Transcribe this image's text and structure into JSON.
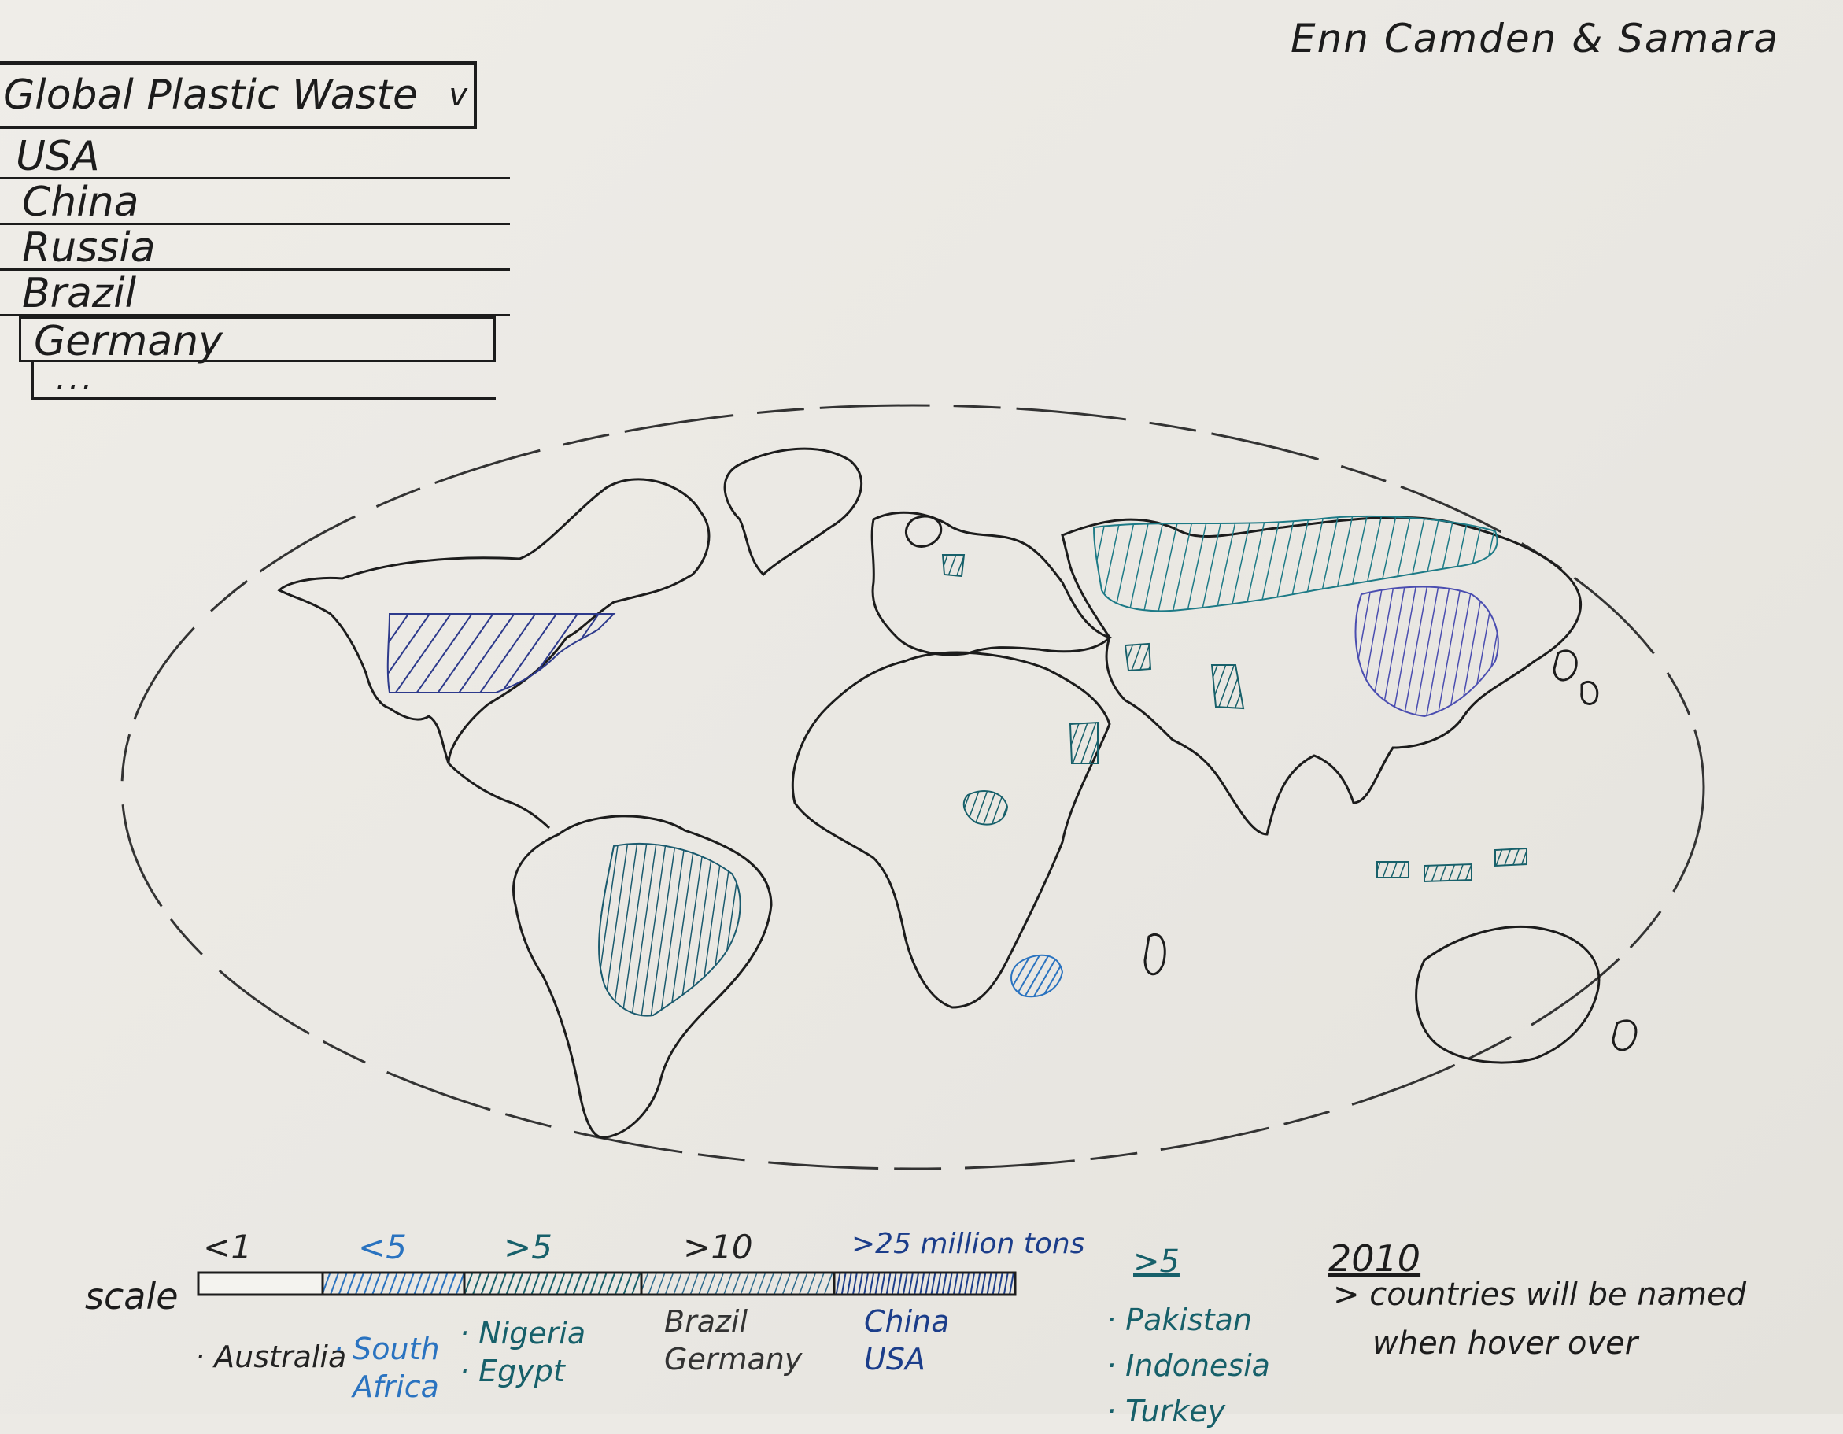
{
  "authors": "Enn Camden & Samara",
  "dropdown": {
    "selected": "Global Plastic Waste",
    "chevron_icon": "chevron-down-icon",
    "options": [
      "USA",
      "China",
      "Russia",
      "Brazil",
      "Germany",
      "..."
    ]
  },
  "legend": {
    "label": "scale",
    "ticks": [
      "<1",
      "<5",
      ">5",
      ">10",
      ">25 million tons"
    ],
    "bins": [
      {
        "label": "<1",
        "color": "#f4f3ef",
        "examples": [
          "Australia"
        ]
      },
      {
        "label": "<5",
        "color": "#2a73c0",
        "examples": [
          "South",
          "Africa"
        ]
      },
      {
        "label": ">5",
        "color": "#17606a",
        "examples": [
          "Nigeria",
          "Egypt"
        ]
      },
      {
        "label": ">10",
        "color": "#2d6b8e",
        "examples": [
          "Brazil",
          "Germany"
        ]
      },
      {
        "label": ">25 million tons",
        "color": "#1b3d8a",
        "examples": [
          "China",
          "USA"
        ]
      }
    ]
  },
  "extra_bin": {
    "heading": ">5",
    "examples": [
      "Pakistan",
      "Indonesia",
      "Turkey"
    ]
  },
  "year": "2010",
  "note": {
    "line1": "> countries will be named",
    "line2": "when hover over"
  },
  "colors": {
    "usa": "#2d3a8c",
    "brazil": "#1a5a6e",
    "russia": "#1d7a86",
    "china": "#4a4db0",
    "south_africa": "#2a73c0",
    "nigeria": "#17606a"
  }
}
